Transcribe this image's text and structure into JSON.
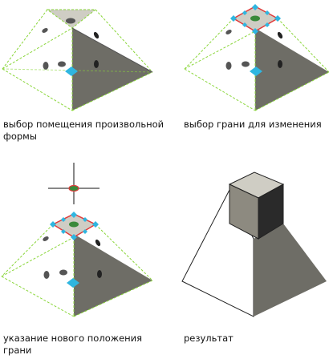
{
  "figures": [
    {
      "caption": "выбор помещения произвольной формы"
    },
    {
      "caption": "выбор грани для изменения"
    },
    {
      "caption": "указание нового положения грани"
    },
    {
      "caption": "результат"
    }
  ],
  "colors": {
    "dark_face": "#6e6d66",
    "top_face": "#cfcdc4",
    "cube_front": "#8d8a80",
    "cube_right": "#2a2a2a",
    "dashed_edge": "#8ad63a",
    "selected_outline": "#e03a3a",
    "grip": "#2fb6e0",
    "crosshair": "#111111"
  }
}
